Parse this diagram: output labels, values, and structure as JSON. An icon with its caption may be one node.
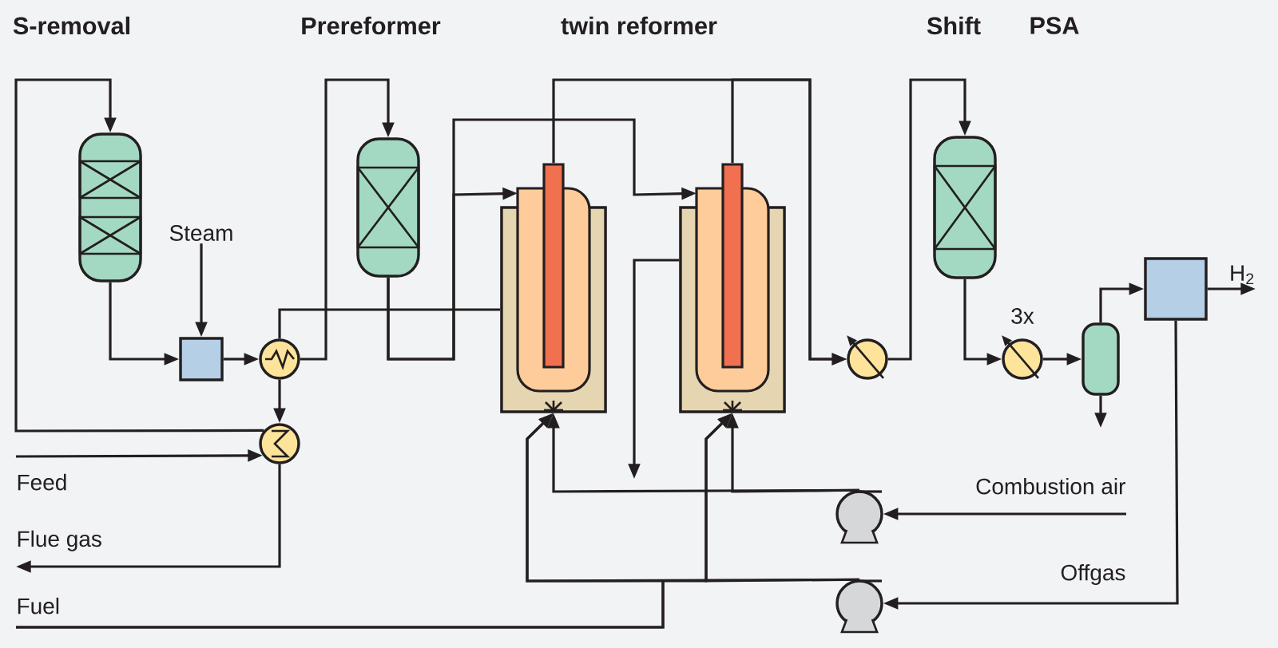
{
  "diagram": {
    "nodes": [
      {
        "text": [],
        "shape": "cylinder"
      },
      {
        "text": [],
        "shape": "box"
      },
      {
        "text": [],
        "shape": "circle"
      },
      {
        "text": [],
        "shape": "circle"
      },
      {
        "text": [],
        "shape": "cylinder"
      },
      {
        "text": [],
        "shape": "box"
      },
      {
        "text": [],
        "shape": "box"
      },
      {
        "text": [],
        "shape": "circle"
      },
      {
        "text": [],
        "shape": "cylinder"
      },
      {
        "text": [],
        "shape": "circle"
      },
      {
        "text": [],
        "shape": "cylinder"
      },
      {
        "text": [],
        "shape": "box"
      },
      {
        "text": [],
        "shape": "pump"
      },
      {
        "text": [],
        "shape": "pump"
      },
      {
        "text": [
          "Steam"
        ]
      },
      {
        "text": [
          "Feed"
        ]
      },
      {
        "text": [
          "Flue gas"
        ]
      },
      {
        "text": [
          "Fuel"
        ]
      },
      {
        "text": [
          "Combustion air"
        ]
      },
      {
        "text": [
          "H$_{2}$"
        ]
      }
    ],
    "edges": [
      {
        "from": 15,
        "to": 3,
        "arrow": "to"
      },
      {
        "from": 3,
        "to": 0,
        "arrow": "to"
      },
      {
        "from": 0,
        "to": 1,
        "arrow": "to"
      },
      {
        "from": 14,
        "to": 1,
        "arrow": "to"
      },
      {
        "from": 1,
        "to": 2,
        "arrow": "to"
      },
      {
        "from": 2,
        "to": 4,
        "arrow": "to"
      },
      {
        "from": 2,
        "to": 3,
        "arrow": "to"
      },
      {
        "from": 3,
        "to": 16,
        "arrow": "to"
      },
      {
        "from": 4,
        "to": 5,
        "arrow": "to"
      },
      {
        "from": 4,
        "to": 6,
        "arrow": "to"
      },
      {
        "from": 5,
        "to": 7,
        "arrow": "to"
      },
      {
        "from": 6,
        "to": 7,
        "arrow": "to"
      },
      {
        "from": 5,
        "to": 2,
        "arrow": "none"
      },
      {
        "from": 6,
        "to": null,
        "arrow": "to"
      },
      {
        "from": 12,
        "to": 5,
        "arrow": "to"
      },
      {
        "from": 12,
        "to": 6,
        "arrow": "to"
      },
      {
        "from": 13,
        "to": 5,
        "arrow": "to"
      },
      {
        "from": 13,
        "to": 6,
        "arrow": "to"
      },
      {
        "from": 17,
        "to": 5,
        "arrow": "to"
      },
      {
        "from": 17,
        "to": 6,
        "arrow": "to"
      },
      {
        "from": 18,
        "to": 12,
        "arrow": "to"
      },
      {
        "from": 11,
        "to": 13,
        "arrow": "to"
      },
      {
        "from": 7,
        "to": 8,
        "arrow": "to"
      },
      {
        "from": 8,
        "to": 9,
        "arrow": "to"
      },
      {
        "from": 9,
        "to": 10,
        "arrow": "to"
      },
      {
        "from": 10,
        "to": 11,
        "arrow": "to"
      },
      {
        "from": 10,
        "to": null,
        "arrow": "to"
      },
      {
        "from": 11,
        "to": 19,
        "arrow": "to"
      }
    ],
    "labels": [
      "S-removal",
      "Prereformer",
      "twin reformer",
      "Shift",
      "PSA",
      "3x",
      "Offgas"
    ]
  }
}
